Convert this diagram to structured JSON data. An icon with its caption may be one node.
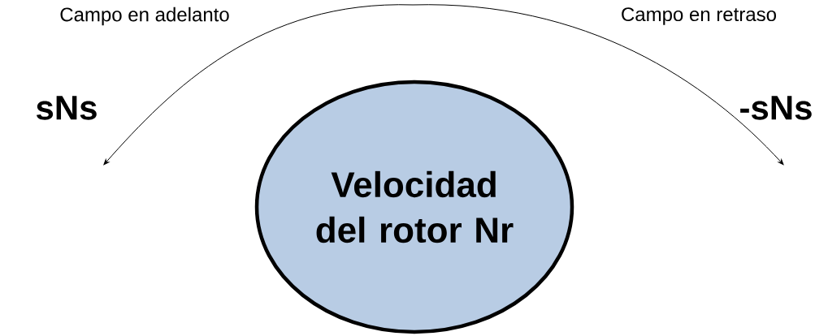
{
  "diagram": {
    "nodes": [
      {
        "text": [
          "Velocidad del rotor Nr"
        ]
      },
      {
        "text": [
          "sNs"
        ]
      },
      {
        "text": [
          "-sNs"
        ]
      }
    ],
    "edges": [
      {
        "from": null,
        "to": 1,
        "arrow": "to",
        "label": "Campo en adelanto"
      },
      {
        "from": null,
        "to": 2,
        "arrow": "to",
        "label": "Campo en retraso"
      }
    ]
  }
}
